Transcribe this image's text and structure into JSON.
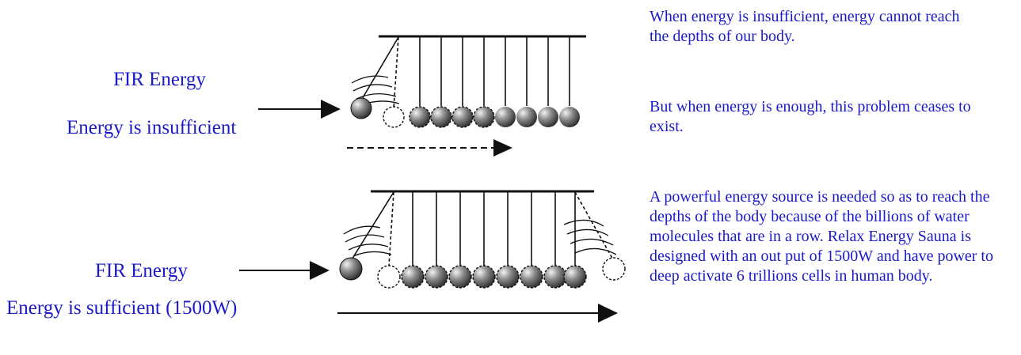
{
  "top_row": {
    "fir_label": "FIR Energy",
    "state_label": "Energy is insufficient"
  },
  "bottom_row": {
    "fir_label": "FIR Energy",
    "state_label": "Energy is sufficient (1500W)"
  },
  "text": {
    "para1": "When energy is insufficient, energy cannot reach the depths of our body.",
    "para2": "But when energy is enough, this problem ceases to exist.",
    "para3": "A powerful energy source is needed so as to reach the depths of the body because of the billions of water molecules that are in a row. Relax Energy Sauna is designed with an out put of 1500W and have power to deep activate 6 trillions cells in human body."
  },
  "colors": {
    "text": "#1a1ac8",
    "line": "#111111"
  }
}
